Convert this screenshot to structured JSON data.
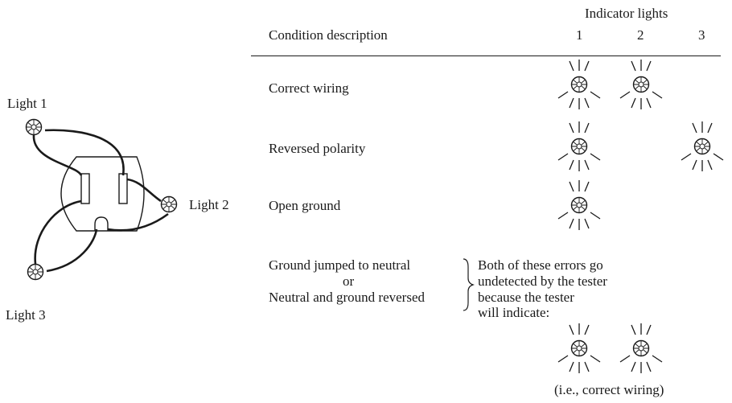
{
  "diagram": {
    "labels": {
      "light1": "Light 1",
      "light2": "Light 2",
      "light3": "Light 3"
    }
  },
  "table": {
    "header_group": "Indicator lights",
    "header_condition": "Condition description",
    "columns": [
      "1",
      "2",
      "3"
    ],
    "rows": [
      {
        "condition": "Correct wiring",
        "lights_on": [
          true,
          true,
          false
        ]
      },
      {
        "condition": "Reversed polarity",
        "lights_on": [
          true,
          false,
          true
        ]
      },
      {
        "condition": "Open ground",
        "lights_on": [
          true,
          false,
          false
        ]
      }
    ],
    "undetected": {
      "line1": "Ground jumped to neutral",
      "or": "or",
      "line2": "Neutral and ground reversed",
      "note_lines": [
        "Both of these errors go",
        "undetected by the tester",
        "because the tester",
        "will indicate:"
      ],
      "indicated_lights_on": [
        true,
        true,
        false
      ],
      "footnote": "(i.e., correct wiring)"
    }
  }
}
